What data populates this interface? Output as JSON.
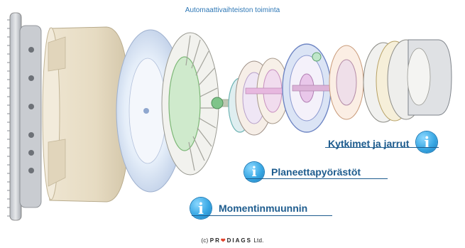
{
  "title": "Automaattivaihteiston toiminta",
  "hotspots": [
    {
      "label": "Kytkimet ja jarrut",
      "icon": "info-icon"
    },
    {
      "label": "Planeettapyörästöt",
      "icon": "info-icon"
    },
    {
      "label": "Momentinmuunnin",
      "icon": "info-icon"
    }
  ],
  "copyright": {
    "prefix": "(c)",
    "brand_a": "PR",
    "brand_mark": "❤",
    "brand_b": "DIAGS",
    "suffix": "Ltd."
  },
  "colors": {
    "accent": "#2f78b6",
    "label": "#1e5c8e",
    "icon": "#39a8e4"
  }
}
